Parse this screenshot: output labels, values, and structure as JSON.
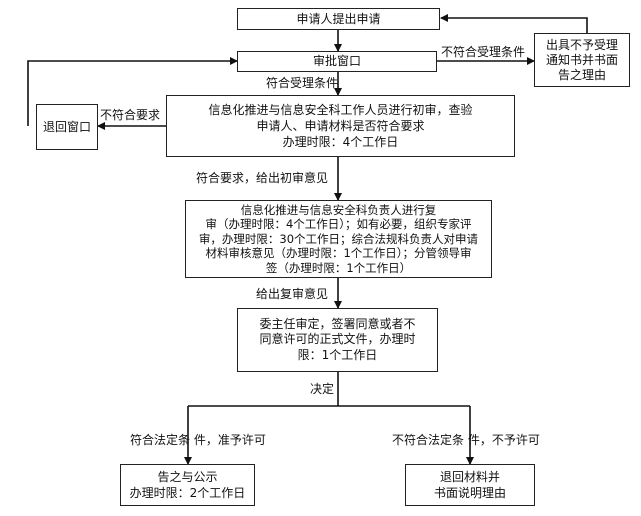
{
  "nodes": {
    "apply": "申请人提出申请",
    "window": "审批窗口",
    "notice": [
      "出具不予受理",
      "通知书并书面",
      "告之理由"
    ],
    "return_window": "退回窗口",
    "initial_review": [
      "信息化推进与信息安全科工作人员进行初审，查验",
      "申请人、申请材料是否符合要求",
      "办理时限：4个工作日"
    ],
    "second_review": [
      "信息化推进与信息安全科负责人进行复",
      "审（办理时限：4个工作日）；如有必要，组织专家评",
      "审，办理时限：30个工作日；综合法规科负责人对申请",
      "材料审核意见（办理时限：1个工作日）；分管领导审",
      "签（办理时限：1个工作日）"
    ],
    "director": [
      "委主任审定，签署同意或者不",
      "同意许可的正式文件，办理时",
      "限：1个工作日"
    ],
    "publish": [
      "告之与公示",
      "办理时限：2个工作日"
    ],
    "return_materials": [
      "退回材料并",
      "书面说明理由"
    ]
  },
  "edges": {
    "not_accepted": "不符合受理条件",
    "accepted": "符合受理条件",
    "not_meet": "不符合要求",
    "meet": "符合要求，给出初审意见",
    "second_opinion": "给出复审意见",
    "decide": "决定",
    "approve": "符合法定条 件，准予许可",
    "reject": "不符合法定条 件，不予许可"
  }
}
